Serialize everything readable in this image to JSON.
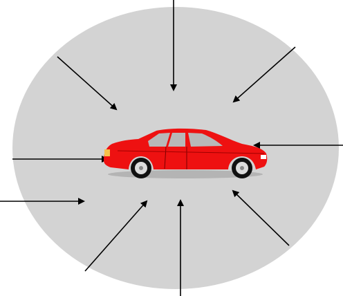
{
  "diagram": {
    "background_color": "#ffffff",
    "region": {
      "shape": "ellipse",
      "fill": "#d3d3d3"
    },
    "central_object": {
      "icon": "car-icon",
      "body_color": "#ee1111",
      "window_color": "#b8b8b8",
      "tire_color": "#111111",
      "rim_color": "#dcdcdc"
    },
    "arrows": {
      "color": "#000000",
      "count": 9,
      "direction": "inward-toward-car"
    }
  }
}
